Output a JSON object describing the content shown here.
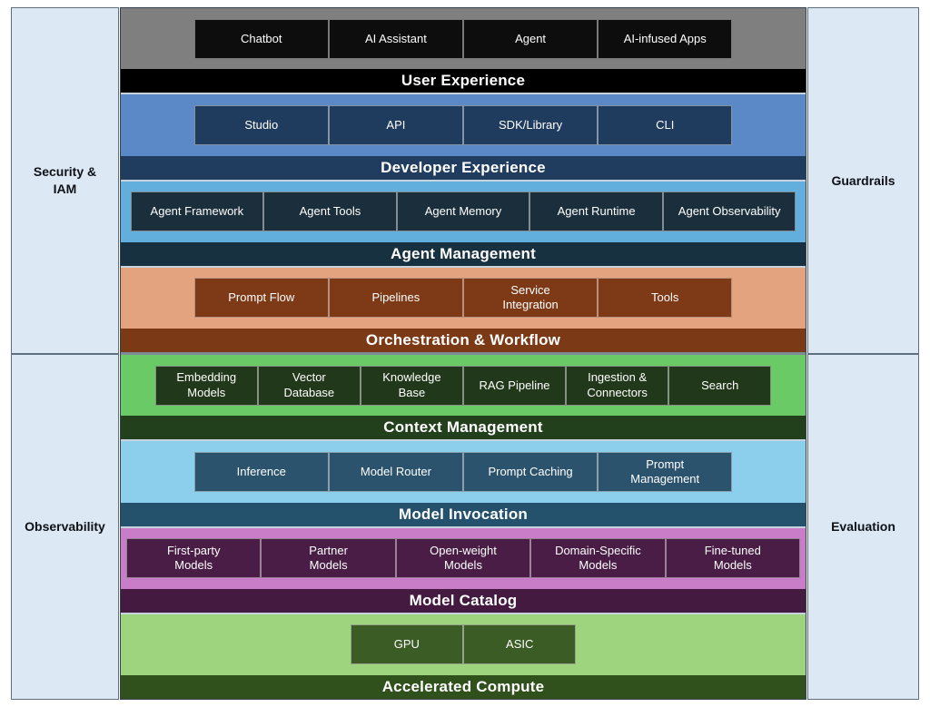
{
  "palette": {
    "page_background": "#ffffff",
    "sidebar_fill": "#dde8f5",
    "sidebar_border": "#5f6f7e",
    "stack_border": "#36434f",
    "section_separator": "#c6d2dc",
    "half_divider": "#7e8a95",
    "box_text": "#ffffff",
    "title_text": "#ffffff"
  },
  "side_labels": {
    "top_left": "Security & IAM",
    "top_right": "Guardrails",
    "bottom_left": "Observability",
    "bottom_right": "Evaluation"
  },
  "sections": [
    {
      "title": "User Experience",
      "colors": {
        "band": "#7f7f7f",
        "box": "#0d0d0d",
        "title": "#000000"
      },
      "boxes": [
        "Chatbot",
        "AI Assistant",
        "Agent",
        "AI-infused Apps"
      ]
    },
    {
      "title": "Developer Experience",
      "colors": {
        "band": "#5b88c7",
        "box": "#1f3c5f",
        "title": "#203d60"
      },
      "boxes": [
        "Studio",
        "API",
        "SDK/Library",
        "CLI"
      ]
    },
    {
      "title": "Agent Management",
      "colors": {
        "band": "#62aedd",
        "box": "#1a2e3c",
        "title": "#183140"
      },
      "boxes": [
        "Agent Framework",
        "Agent Tools",
        "Agent Memory",
        "Agent Runtime",
        "Agent Observability"
      ]
    },
    {
      "title": "Orchestration & Workflow",
      "colors": {
        "band": "#e2a37e",
        "box": "#7e3a16",
        "title": "#7b3a15"
      },
      "boxes": [
        "Prompt Flow",
        "Pipelines",
        "Service\nIntegration",
        "Tools"
      ]
    },
    {
      "title": "Context Management",
      "colors": {
        "band": "#6aca65",
        "box": "#21391a",
        "title": "#23401d"
      },
      "boxes": [
        "Embedding\nModels",
        "Vector\nDatabase",
        "Knowledge\nBase",
        "RAG Pipeline",
        "Ingestion &\nConnectors",
        "Search"
      ]
    },
    {
      "title": "Model Invocation",
      "colors": {
        "band": "#8ccfed",
        "box": "#2b536e",
        "title": "#24526d"
      },
      "boxes": [
        "Inference",
        "Model Router",
        "Prompt Caching",
        "Prompt\nManagement"
      ]
    },
    {
      "title": "Model Catalog",
      "colors": {
        "band": "#c97cc8",
        "box": "#491d45",
        "title": "#441a41"
      },
      "boxes": [
        "First-party\nModels",
        "Partner\nModels",
        "Open-weight\nModels",
        "Domain-Specific\nModels",
        "Fine-tuned\nModels"
      ]
    },
    {
      "title": "Accelerated Compute",
      "colors": {
        "band": "#9fd47e",
        "box": "#3c5c26",
        "title": "#30511b"
      },
      "boxes": [
        "GPU",
        "ASIC"
      ]
    }
  ]
}
